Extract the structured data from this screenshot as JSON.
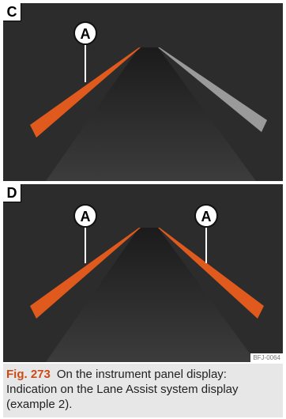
{
  "panels": [
    {
      "letter": "C",
      "callouts": [
        "A"
      ]
    },
    {
      "letter": "D",
      "callouts": [
        "A",
        "A"
      ]
    }
  ],
  "image_code": "BFJ-0064",
  "caption": {
    "number": "Fig. 273",
    "text": "On the instrument panel display: Indication on the Lane Assist system display (example 2)."
  },
  "colors": {
    "lane_active": "#e05a1e",
    "lane_inactive": "#9a9a9a",
    "road": "#2b2b2b",
    "accent": "#c94b17"
  }
}
